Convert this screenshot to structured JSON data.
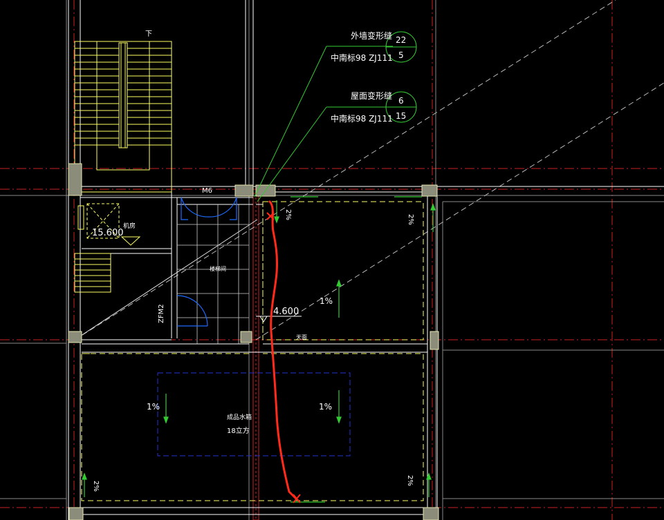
{
  "callouts": [
    {
      "title": "外墙变形缝",
      "ref": "中南标98 ZJ111",
      "num_top": "22",
      "num_bottom": "5"
    },
    {
      "title": "屋面变形缝",
      "ref": "中南标98 ZJ111",
      "num_top": "6",
      "num_bottom": "15"
    }
  ],
  "labels": {
    "stair_down": "下",
    "door_m6": "M6",
    "door_zfm2": "ZFM2",
    "machine_room": "机房",
    "elev_machine": "15.600",
    "elev_roof": "4.600",
    "stair_room": "楼梯间",
    "skylight": "天面",
    "tank": "成品水箱",
    "tank_capacity": "18立方"
  },
  "slopes": {
    "s1": "2%",
    "s2": "2%",
    "s3": "1%",
    "s4": "1%",
    "s5": "1%",
    "s6": "2%",
    "s7": "2%"
  },
  "colors": {
    "wall": "#ffffff",
    "cyan": "#00ffff",
    "yellow": "#ffff66",
    "green": "#33cc33",
    "red_axis": "#cc2222",
    "blue": "#2233cc",
    "door_blue": "#1e6bff",
    "markup_red": "#ff2a1a",
    "gray_grid": "#9a9a9a"
  }
}
